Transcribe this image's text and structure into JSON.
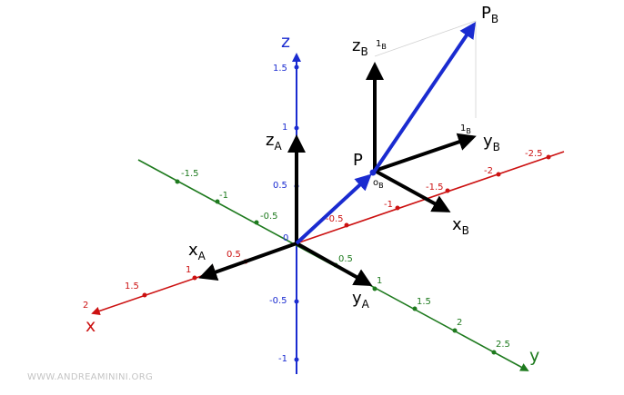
{
  "colors": {
    "x_axis": "#cc1111",
    "y_axis": "#1e7a1e",
    "z_axis": "#1a2bd0",
    "frame": "#000000",
    "vector": "#1a2bd0",
    "guide": "#d2d2d2"
  },
  "axes": {
    "x": {
      "letter": "x",
      "ticks": [
        "2",
        "1.5",
        "1",
        "0.5",
        "-0.5",
        "-1",
        "-1.5",
        "-2",
        "-2.5"
      ]
    },
    "y": {
      "letter": "y",
      "ticks": [
        "-1.5",
        "-1",
        "-0.5",
        "0.5",
        "1",
        "1.5",
        "2",
        "2.5"
      ]
    },
    "z": {
      "letter": "z",
      "ticks": [
        "1.5",
        "1",
        "0.5",
        "-0.5",
        "-1"
      ]
    },
    "origin_label": "0"
  },
  "frame_a": {
    "x_label": "x",
    "x_sub": "A",
    "y_label": "y",
    "y_sub": "A",
    "z_label": "z",
    "z_sub": "A"
  },
  "frame_b": {
    "x_label": "x",
    "x_sub": "B",
    "y_label": "y",
    "y_sub": "B",
    "z_label": "z",
    "z_sub": "B",
    "origin_label": "o",
    "origin_sub": "B",
    "unit_y": "1",
    "unit_y_sub": "B",
    "unit_z": "1",
    "unit_z_sub": "B"
  },
  "points": {
    "p_label": "P",
    "pb_label": "P",
    "pb_sub": "B"
  },
  "watermark": "WWW.ANDREAMININI.ORG"
}
